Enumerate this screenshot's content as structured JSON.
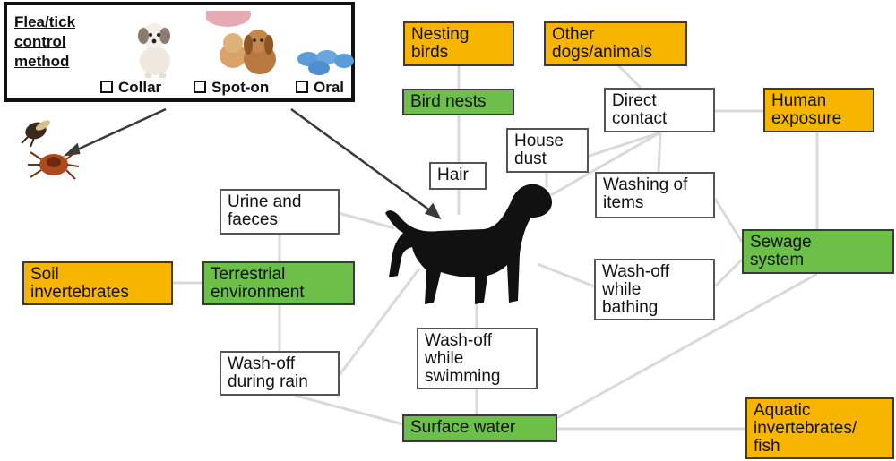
{
  "legend": {
    "title_lines": [
      "Flea/tick",
      "control",
      "method"
    ],
    "options": [
      "Collar",
      "Spot-on",
      "Oral"
    ]
  },
  "nodes": {
    "nesting_birds": [
      "Nesting",
      "birds"
    ],
    "other_dogs": [
      "Other",
      "dogs/animals"
    ],
    "bird_nests": [
      "Bird nests"
    ],
    "direct_contact": [
      "Direct",
      "contact"
    ],
    "human_exposure": [
      "Human",
      "exposure"
    ],
    "house_dust": [
      "House",
      "dust"
    ],
    "hair": [
      "Hair"
    ],
    "washing_items": [
      "Washing of",
      "items"
    ],
    "urine_faeces": [
      "Urine and",
      "faeces"
    ],
    "sewage": [
      "Sewage",
      "system"
    ],
    "soil_invert": [
      "Soil",
      "invertebrates"
    ],
    "terrestrial": [
      "Terrestrial",
      "environment"
    ],
    "washoff_bathing": [
      "Wash-off",
      "while",
      "bathing"
    ],
    "washoff_swimming": [
      "Wash-off",
      "while",
      "swimming"
    ],
    "washoff_rain": [
      "Wash-off",
      "during rain"
    ],
    "surface_water": [
      "Surface water"
    ],
    "aquatic": [
      "Aquatic",
      "invertebrates/",
      "fish"
    ]
  },
  "colors": {
    "green": "#6cc04a",
    "orange": "#f7b500",
    "line": "#d8d8d8",
    "arrow": "#3a3a3a"
  }
}
